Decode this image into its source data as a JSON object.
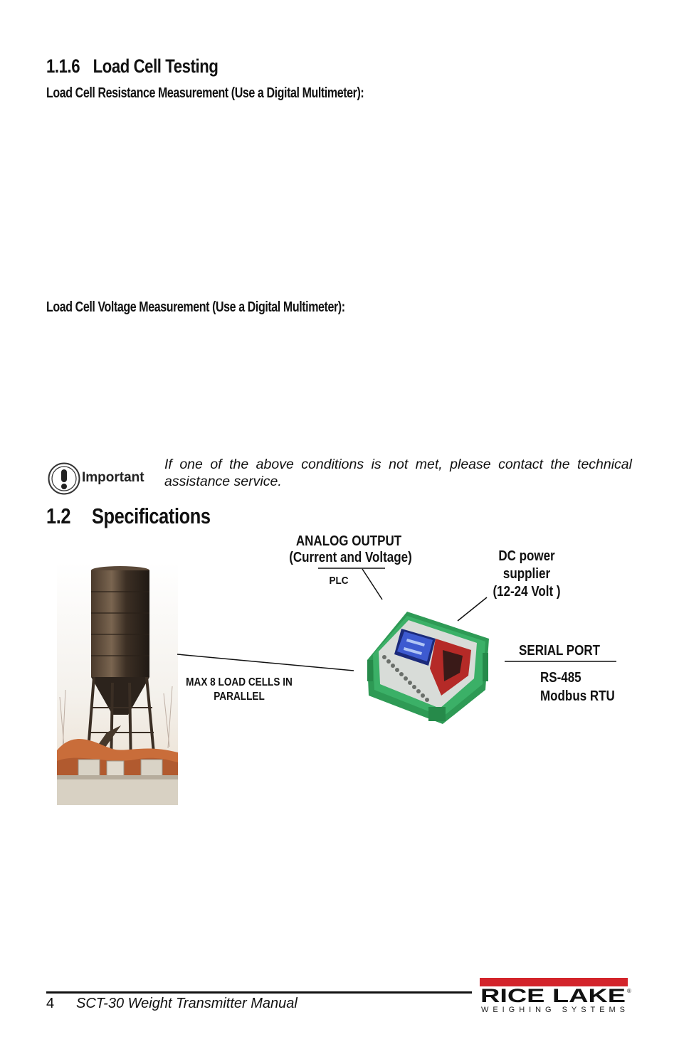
{
  "section": {
    "number": "1.1.6",
    "title": "Load Cell Testing"
  },
  "subheadings": {
    "resistance": "Load Cell Resistance Measurement (Use a Digital Multimeter):",
    "voltage": "Load Cell Voltage Measurement (Use a Digital Multimeter):"
  },
  "important": {
    "label": "Important",
    "text": "If one of the above conditions is not met, please contact the technical assistance service."
  },
  "specifications": {
    "number": "1.2",
    "title": "Specifications"
  },
  "diagram": {
    "analog_output": "ANALOG OUTPUT",
    "analog_output_sub": "(Current and Voltage)",
    "plc": "PLC",
    "dc_power": [
      "DC power",
      "supplier",
      "(12-24 Volt )"
    ],
    "serial_port": "SERIAL PORT",
    "serial_details": [
      "RS-485",
      "Modbus RTU"
    ],
    "load_cells": [
      "MAX 8 LOAD CELLS IN",
      "PARALLEL"
    ]
  },
  "footer": {
    "page_number": "4",
    "manual_title": "SCT-30 Weight Transmitter Manual",
    "logo_top": "RICE LAKE",
    "logo_registered": "®",
    "logo_bottom": "WEIGHING SYSTEMS"
  },
  "colors": {
    "brand_red": "#d3242b",
    "device_green": "#2e9a55",
    "text": "#111111"
  }
}
